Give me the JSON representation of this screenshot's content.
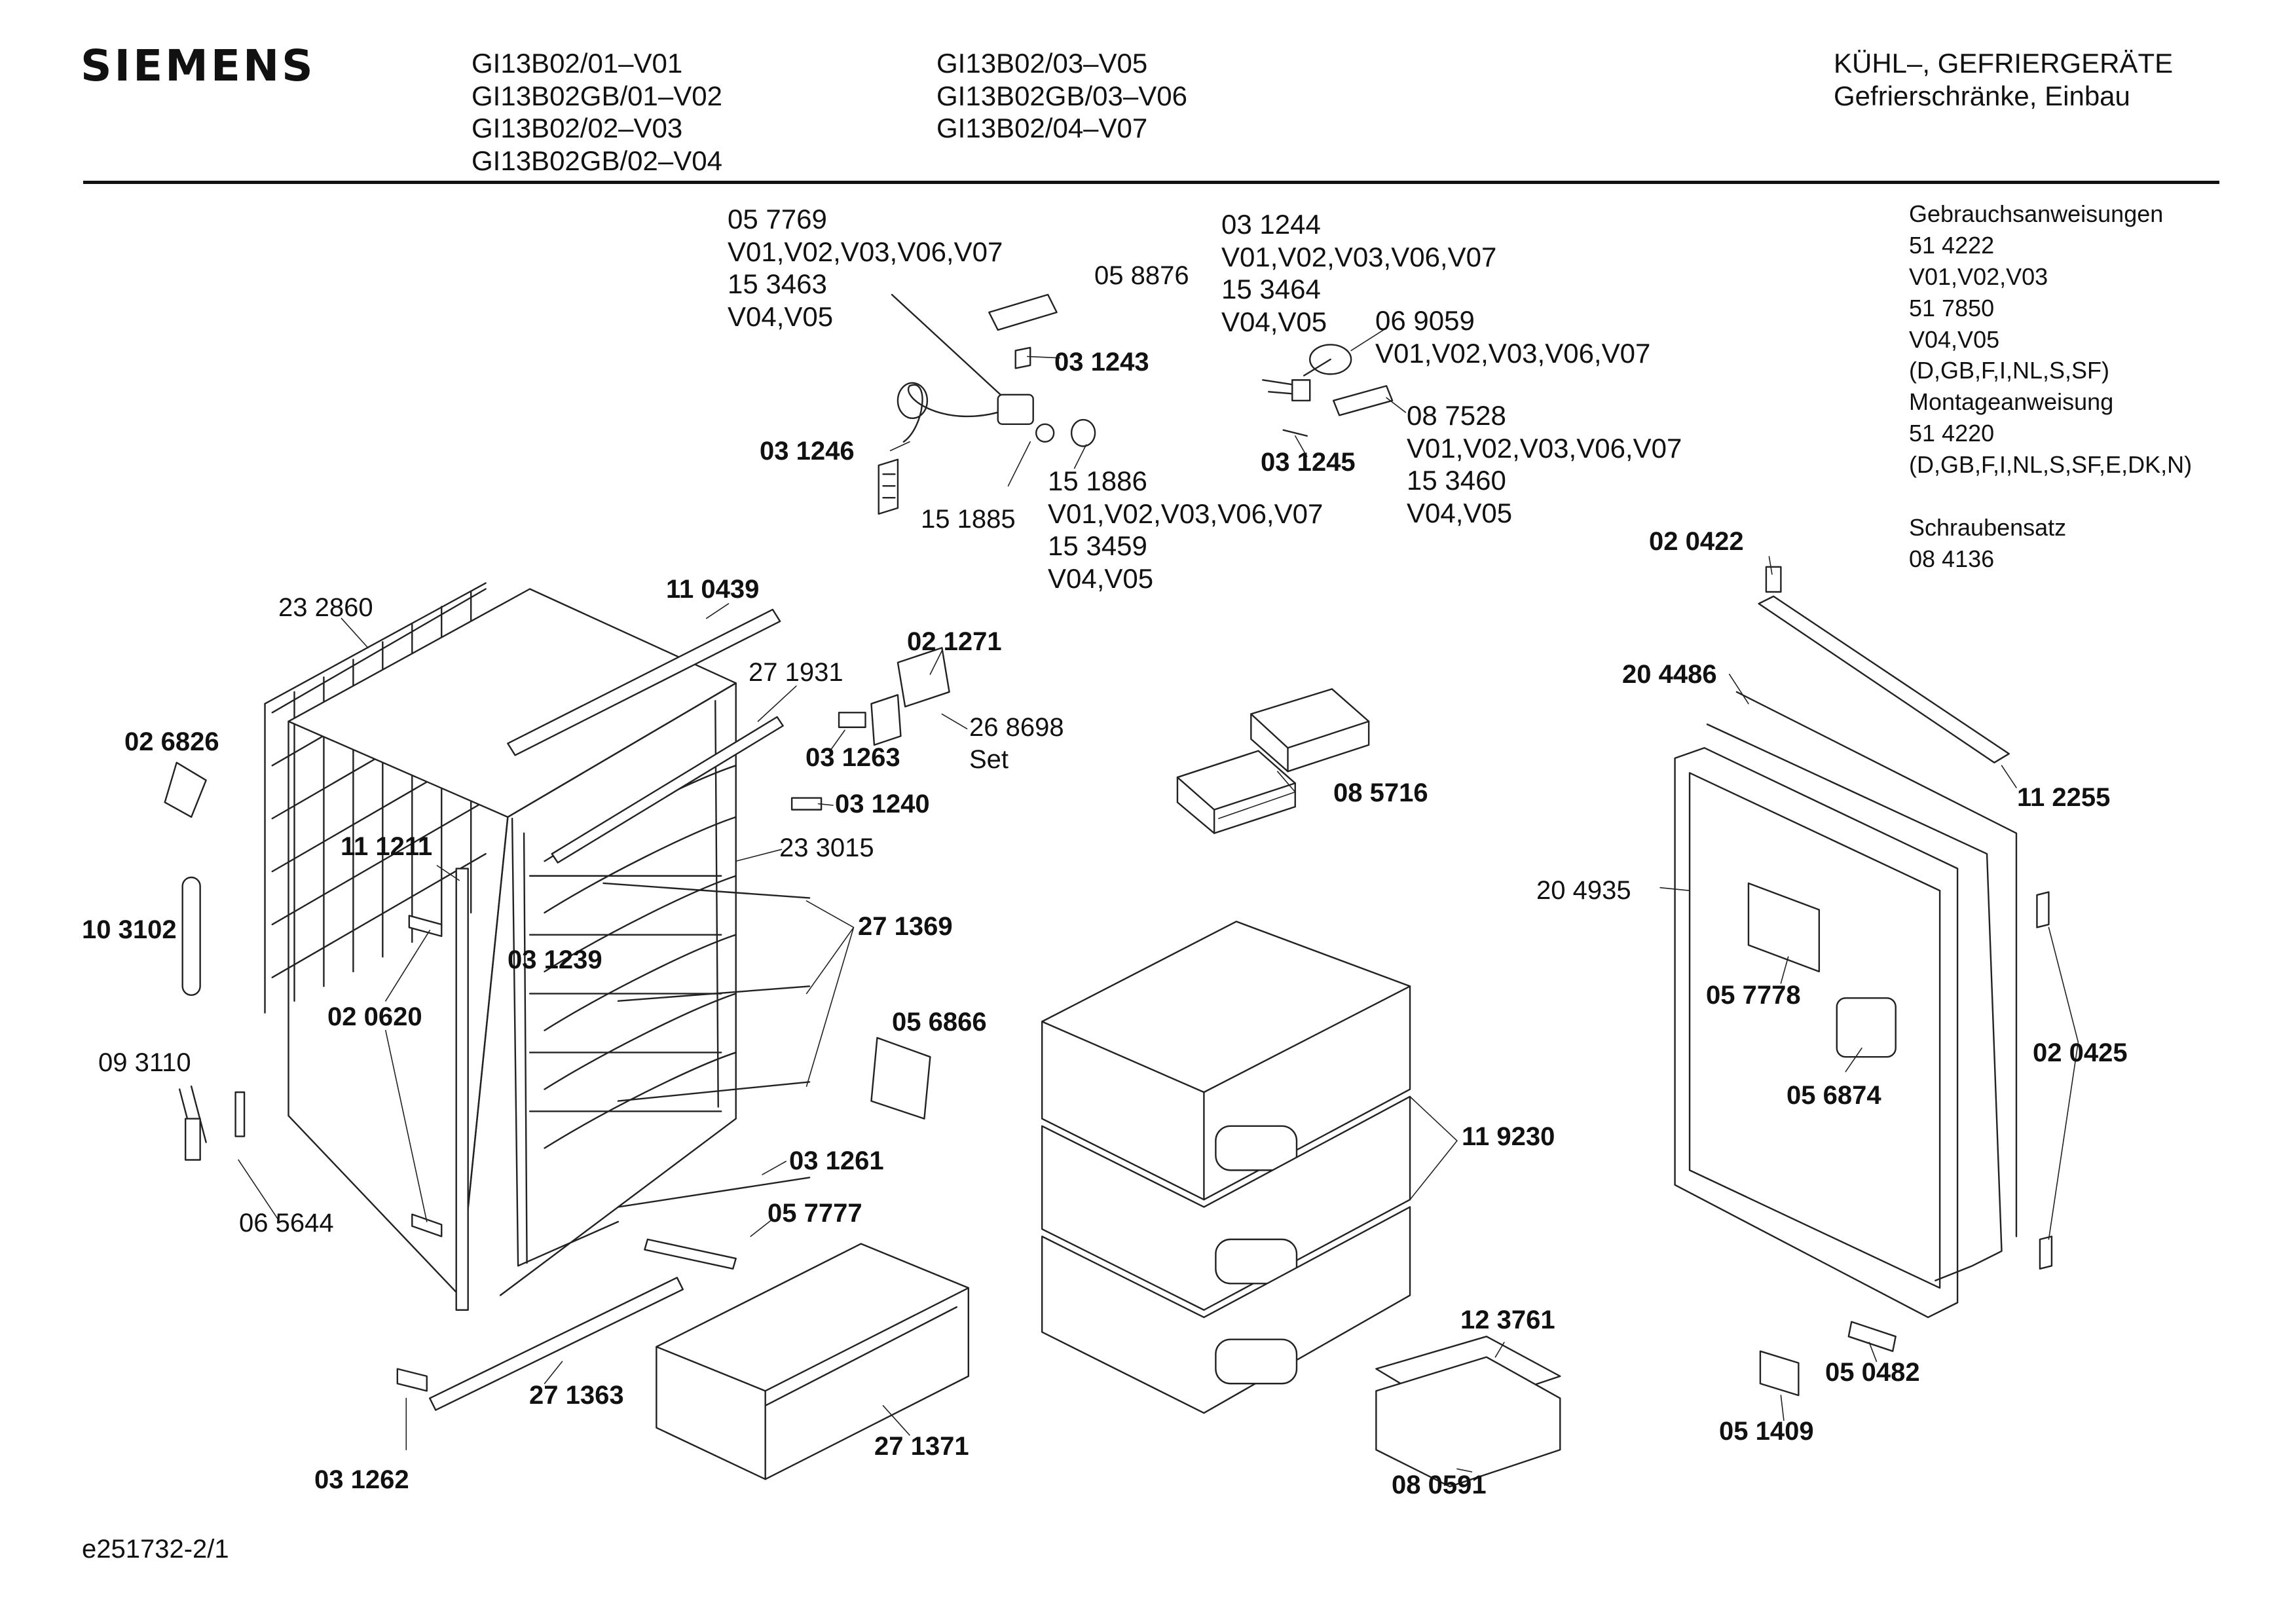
{
  "brand": "SIEMENS",
  "models": {
    "col1": [
      "GI13B02/01–V01",
      "GI13B02GB/01–V02",
      "GI13B02/02–V03",
      "GI13B02GB/02–V04"
    ],
    "col2": [
      "GI13B02/03–V05",
      "GI13B02GB/03–V06",
      "GI13B02/04–V07"
    ]
  },
  "category": {
    "title": "KÜHL–, GEFRIERGERÄTE",
    "subtitle": "Gefrierschränke, Einbau"
  },
  "documents": {
    "manual_title": "Gebrauchsanweisungen",
    "manual_1": "51 4222",
    "manual_1_versions": "V01,V02,V03",
    "manual_2": "51 7850",
    "manual_2_versions": "V04,V05",
    "manual_languages": "(D,GB,F,I,NL,S,SF)",
    "install_title": "Montageanweisung",
    "install_no": "51 4220",
    "install_languages": "(D,GB,F,I,NL,S,SF,E,DK,N)",
    "screws_title": "Schraubensatz",
    "screws_no": "08 4136"
  },
  "thermostat_group": {
    "part_a": "05 7769",
    "part_a_versions": "V01,V02,V03,V06,V07",
    "part_b": "15 3463",
    "part_b_versions": "V04,V05",
    "part_c": "15 1886",
    "part_c_versions": "V01,V02,V03,V06,V07",
    "part_d": "15 3459",
    "part_d_versions": "V04,V05"
  },
  "lamp_group": {
    "part_a": "03 1244",
    "part_a_versions": "V01,V02,V03,V06,V07",
    "part_b": "15 3464",
    "part_b_versions": "V04,V05",
    "part_c": "06 9059",
    "part_c_versions": "V01,V02,V03,V06,V07",
    "part_d": "08 7528",
    "part_d_versions": "V01,V02,V03,V06,V07",
    "part_e": "15 3460",
    "part_e_versions": "V04,V05"
  },
  "parts": {
    "p058876": "05 8876",
    "p031243": "03 1243",
    "p031246": "03 1246",
    "p151885": "15 1885",
    "p031245": "03 1245",
    "p232860": "23 2860",
    "p110439": "11 0439",
    "p021271": "02 1271",
    "p271931": "27 1931",
    "p268698": "26 8698",
    "p268698_note": "Set",
    "p031263": "03 1263",
    "p031240": "03 1240",
    "p085716": "08 5716",
    "p233015": "23 3015",
    "p026826": "02 6826",
    "p111211": "11 1211",
    "p103102": "10 3102",
    "p271369": "27 1369",
    "p031239": "03 1239",
    "p020620": "02 0620",
    "p056866": "05 6866",
    "p093110": "09 3110",
    "p031261": "03 1261",
    "p057777": "05 7777",
    "p065644": "06 5644",
    "p119230": "11 9230",
    "p271363": "27 1363",
    "p271371": "27 1371",
    "p031262": "03 1262",
    "p123761": "12 3761",
    "p080591": "08 0591",
    "p020422": "02 0422",
    "p204486": "20 4486",
    "p112255": "11 2255",
    "p204935": "20 4935",
    "p057778": "05 7778",
    "p056874": "05 6874",
    "p020425": "02 0425",
    "p050482": "05 0482",
    "p051409": "05 1409"
  },
  "footer_code": "e251732-2/1"
}
